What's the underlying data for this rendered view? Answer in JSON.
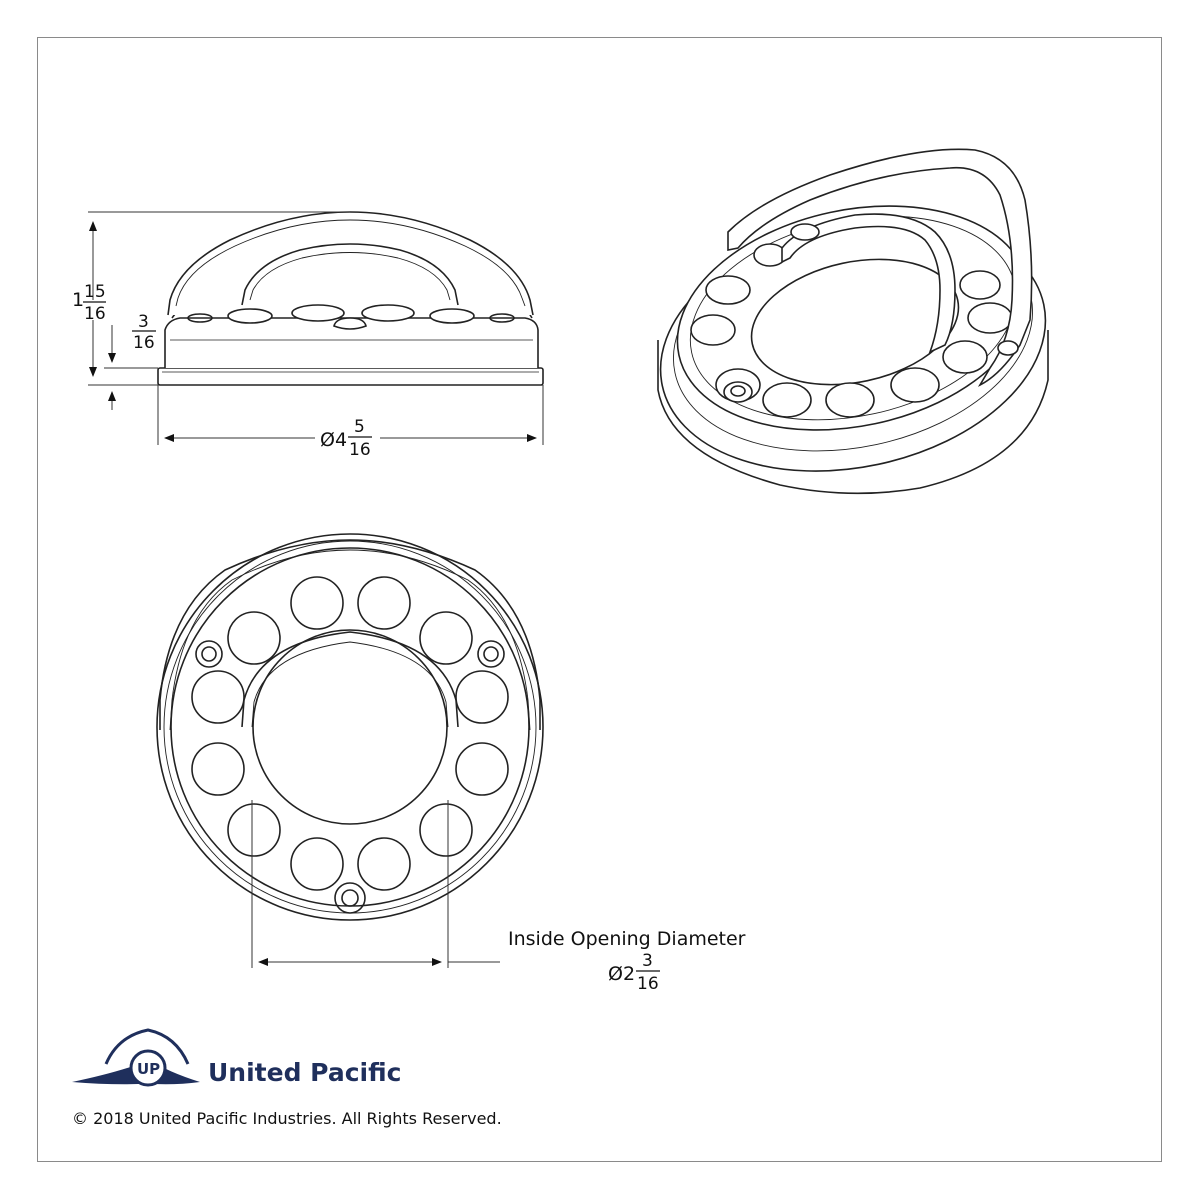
{
  "dimensions": {
    "overall_height": {
      "whole": "1",
      "num": "15",
      "den": "16"
    },
    "base_thickness": {
      "num": "3",
      "den": "16"
    },
    "outer_diameter": {
      "prefix": "Ø4",
      "num": "5",
      "den": "16"
    },
    "inside_opening": {
      "label": "Inside Opening Diameter",
      "prefix": "Ø2",
      "num": "3",
      "den": "16"
    }
  },
  "brand": {
    "name": "United Pacific",
    "monogram": "UP",
    "colors": {
      "navy": "#1f2f5c",
      "line": "#222222"
    }
  },
  "footer": {
    "copyright": "© 2018 United Pacific Industries. All Rights Reserved."
  }
}
